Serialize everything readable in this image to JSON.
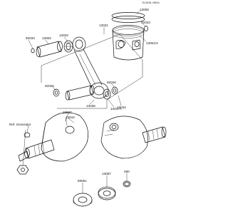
{
  "diagram": {
    "drawing_code": "E1326-0041",
    "labels": {
      "p13008": "13008",
      "p92033_top": "92033",
      "p13001a": "13001/A",
      "p92033_left": "92033",
      "p13002": "13002",
      "p13033": "13033",
      "p13031": "13031",
      "p92026_upper": "92026",
      "p92026_lower": "92026",
      "p13036": "13036",
      "p13034": "13034",
      "p13037a": "13037A",
      "p13037": "13037",
      "p13044": "13044",
      "ref_generator": "Ref. Generator",
      "p480": "480",
      "p13087": "13087",
      "p59051": "59051"
    }
  }
}
